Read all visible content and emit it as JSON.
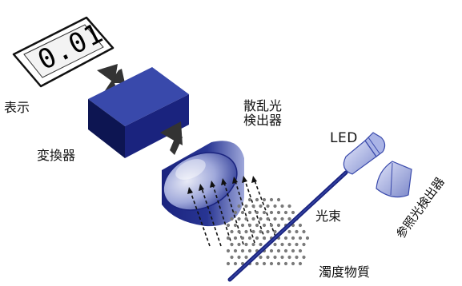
{
  "display": {
    "reading": "0.01"
  },
  "labels": {
    "display": "表示",
    "converter": "変換器",
    "scattered_detector_line1": "散乱光",
    "scattered_detector_line2": "検出器",
    "led": "LED",
    "reference_detector": "参照光検出器",
    "light_beam": "光束",
    "turbid_substance": "濁度物質"
  },
  "colors": {
    "navy": "#1a237e",
    "navy_dark": "#0d1552",
    "navy_light": "#3949ab",
    "lens_light": "#c5cae9",
    "led_fill": "#b3bde8",
    "arrow": "#3a3a3a",
    "beam": "#1a237e",
    "particles": "#7a7a7a"
  }
}
